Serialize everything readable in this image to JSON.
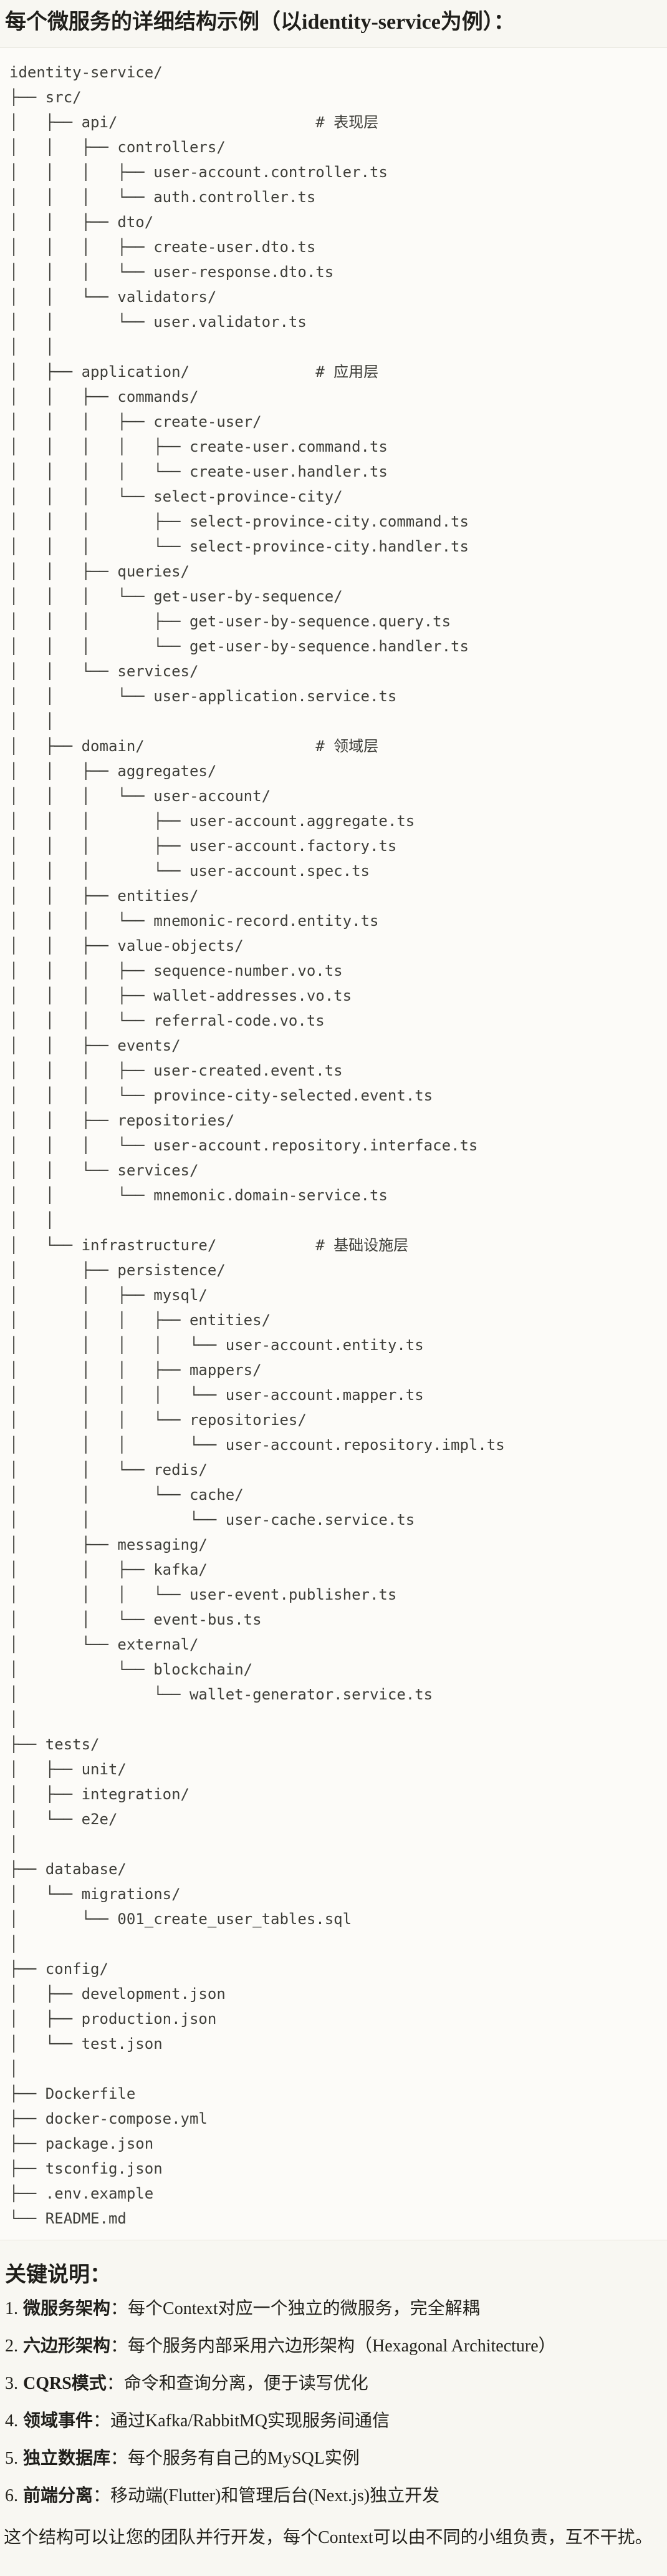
{
  "title": "每个微服务的详细结构示例（以identity-service为例）：",
  "colors": {
    "page_bg": "#F8F7F2",
    "code_bg": "#FCFBF8",
    "border": "#E7E5DD",
    "tree_text": "#3E3E39",
    "heading_text": "#1F1E1A",
    "body_text": "#23221C"
  },
  "tree_lines": [
    "identity-service/",
    "├── src/",
    "│   ├── api/                      # 表现层",
    "│   │   ├── controllers/",
    "│   │   │   ├── user-account.controller.ts",
    "│   │   │   └── auth.controller.ts",
    "│   │   ├── dto/",
    "│   │   │   ├── create-user.dto.ts",
    "│   │   │   └── user-response.dto.ts",
    "│   │   └── validators/",
    "│   │       └── user.validator.ts",
    "│   │",
    "│   ├── application/              # 应用层",
    "│   │   ├── commands/",
    "│   │   │   ├── create-user/",
    "│   │   │   │   ├── create-user.command.ts",
    "│   │   │   │   └── create-user.handler.ts",
    "│   │   │   └── select-province-city/",
    "│   │   │       ├── select-province-city.command.ts",
    "│   │   │       └── select-province-city.handler.ts",
    "│   │   ├── queries/",
    "│   │   │   └── get-user-by-sequence/",
    "│   │   │       ├── get-user-by-sequence.query.ts",
    "│   │   │       └── get-user-by-sequence.handler.ts",
    "│   │   └── services/",
    "│   │       └── user-application.service.ts",
    "│   │",
    "│   ├── domain/                   # 领域层",
    "│   │   ├── aggregates/",
    "│   │   │   └── user-account/",
    "│   │   │       ├── user-account.aggregate.ts",
    "│   │   │       ├── user-account.factory.ts",
    "│   │   │       └── user-account.spec.ts",
    "│   │   ├── entities/",
    "│   │   │   └── mnemonic-record.entity.ts",
    "│   │   ├── value-objects/",
    "│   │   │   ├── sequence-number.vo.ts",
    "│   │   │   ├── wallet-addresses.vo.ts",
    "│   │   │   └── referral-code.vo.ts",
    "│   │   ├── events/",
    "│   │   │   ├── user-created.event.ts",
    "│   │   │   └── province-city-selected.event.ts",
    "│   │   ├── repositories/",
    "│   │   │   └── user-account.repository.interface.ts",
    "│   │   └── services/",
    "│   │       └── mnemonic.domain-service.ts",
    "│   │",
    "│   └── infrastructure/           # 基础设施层",
    "│       ├── persistence/",
    "│       │   ├── mysql/",
    "│       │   │   ├── entities/",
    "│       │   │   │   └── user-account.entity.ts",
    "│       │   │   ├── mappers/",
    "│       │   │   │   └── user-account.mapper.ts",
    "│       │   │   └── repositories/",
    "│       │   │       └── user-account.repository.impl.ts",
    "│       │   └── redis/",
    "│       │       └── cache/",
    "│       │           └── user-cache.service.ts",
    "│       ├── messaging/",
    "│       │   ├── kafka/",
    "│       │   │   └── user-event.publisher.ts",
    "│       │   └── event-bus.ts",
    "│       └── external/",
    "│           └── blockchain/",
    "│               └── wallet-generator.service.ts",
    "│",
    "├── tests/",
    "│   ├── unit/",
    "│   ├── integration/",
    "│   └── e2e/",
    "│",
    "├── database/",
    "│   └── migrations/",
    "│       └── 001_create_user_tables.sql",
    "│",
    "├── config/",
    "│   ├── development.json",
    "│   ├── production.json",
    "│   └── test.json",
    "│",
    "├── Dockerfile",
    "├── docker-compose.yml",
    "├── package.json",
    "├── tsconfig.json",
    "├── .env.example",
    "└── README.md"
  ],
  "notes": {
    "heading": "关键说明：",
    "items": [
      {
        "number": "1.",
        "term": "微服务架构",
        "text": "：每个Context对应一个独立的微服务，完全解耦"
      },
      {
        "number": "2.",
        "term": "六边形架构",
        "text": "：每个服务内部采用六边形架构（Hexagonal Architecture）"
      },
      {
        "number": "3.",
        "term": "CQRS模式",
        "text": "：命令和查询分离，便于读写优化"
      },
      {
        "number": "4.",
        "term": "领域事件",
        "text": "：通过Kafka/RabbitMQ实现服务间通信"
      },
      {
        "number": "5.",
        "term": "独立数据库",
        "text": "：每个服务有自己的MySQL实例"
      },
      {
        "number": "6.",
        "term": "前端分离",
        "text": "：移动端(Flutter)和管理后台(Next.js)独立开发"
      }
    ],
    "closing": "这个结构可以让您的团队并行开发，每个Context可以由不同的小组负责，互不干扰。"
  }
}
